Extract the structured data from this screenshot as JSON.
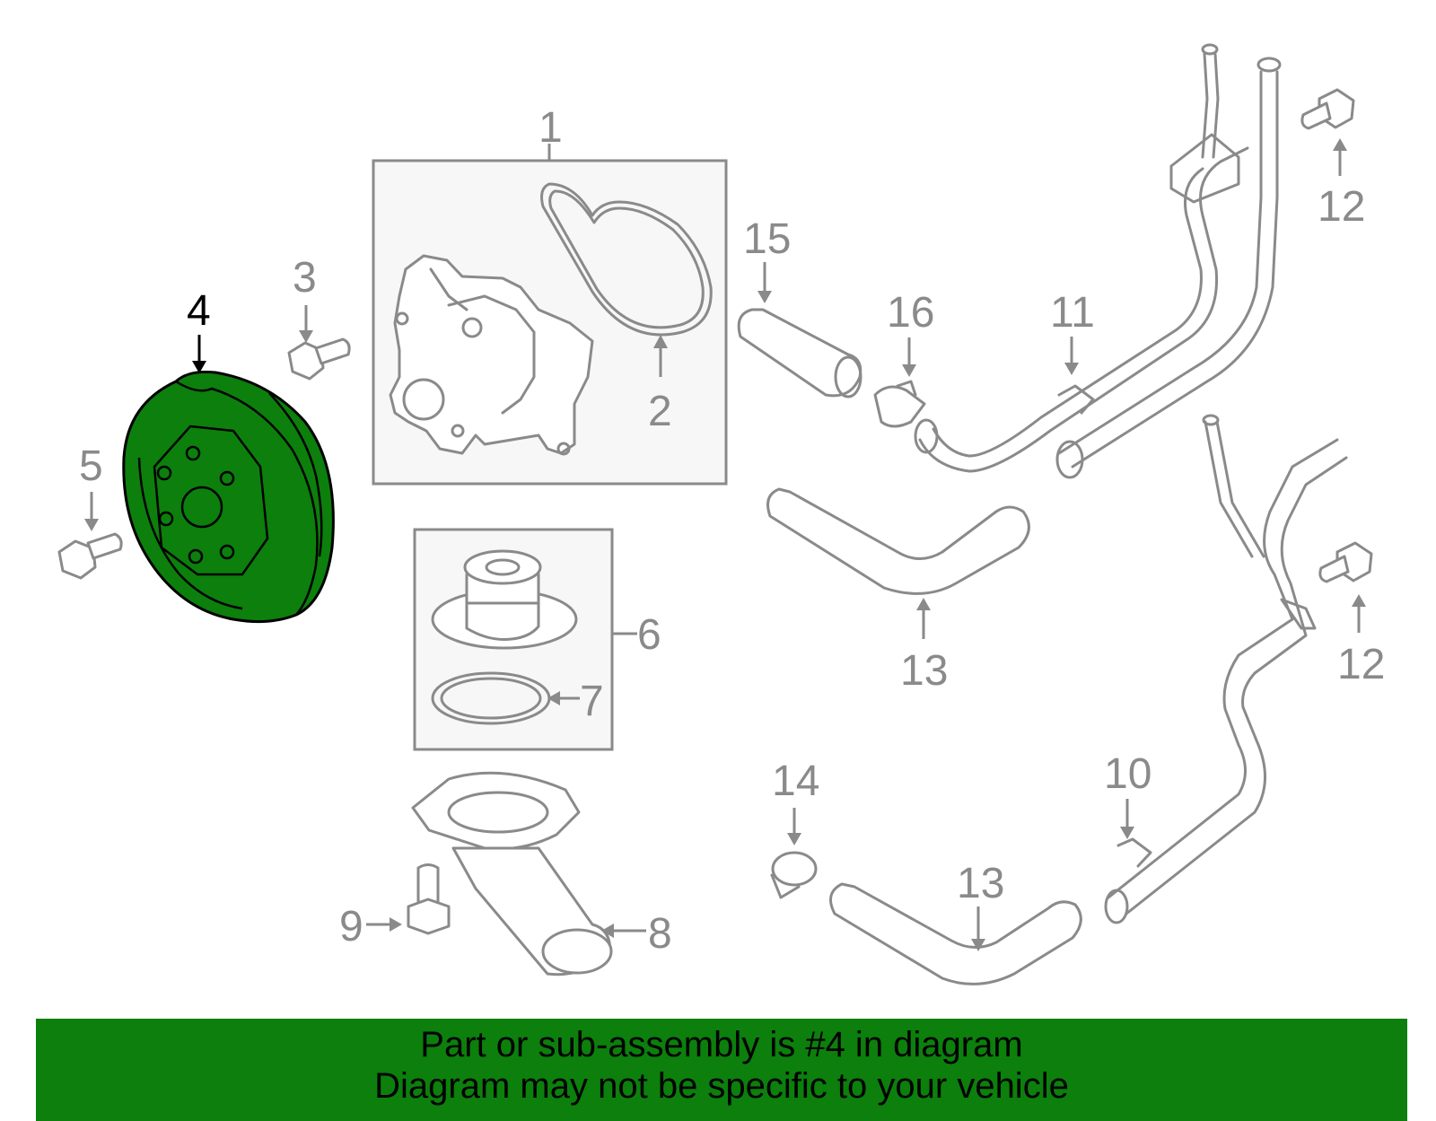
{
  "colors": {
    "highlight": "#0c7f0c",
    "part_stroke": "#8a8a8a",
    "active_callout": "#000000",
    "banner_background": "#0c7f0c"
  },
  "callouts": {
    "c1": "1",
    "c2": "2",
    "c3": "3",
    "c4": "4",
    "c5": "5",
    "c6": "6",
    "c7": "7",
    "c8": "8",
    "c9": "9",
    "c10": "10",
    "c11": "11",
    "c12a": "12",
    "c12b": "12",
    "c13a": "13",
    "c13b": "13",
    "c14": "14",
    "c15": "15",
    "c16": "16"
  },
  "highlighted_part": "4",
  "banner": {
    "line1": "Part or sub-assembly is #4 in diagram",
    "line2": "Diagram may not be specific to your vehicle"
  }
}
